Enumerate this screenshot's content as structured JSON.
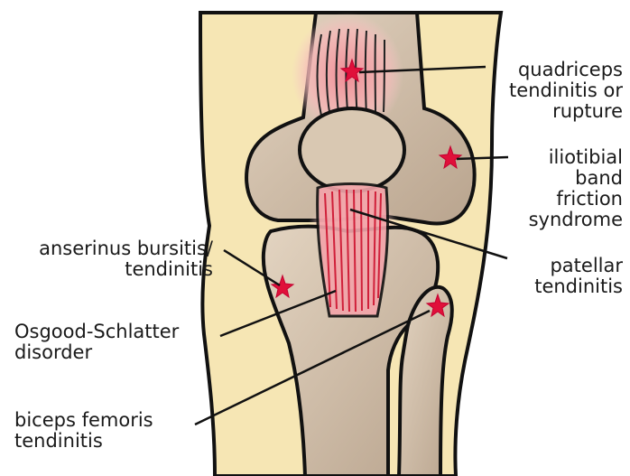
{
  "labels": {
    "quadriceps": [
      "quadriceps",
      "tendinitis or",
      "rupture"
    ],
    "iliotibial": [
      "iliotibial",
      "band",
      "friction",
      "syndrome"
    ],
    "patellar": [
      "patellar",
      "tendinitis"
    ],
    "anserinus": [
      "anserinus bursitis/",
      "tendinitis"
    ],
    "osgood": [
      "Osgood-Schlatter",
      "disorder"
    ],
    "biceps": [
      "biceps femoris",
      "tendinitis"
    ]
  },
  "colors": {
    "skin": "#f6e6b4",
    "bone": "#d2c0aa",
    "bone_shadow": "#a8937d",
    "tendon_glow": "#f7b9b9",
    "tendon_line": "#d0203a",
    "star": "#e0103a",
    "outline": "#111111"
  }
}
